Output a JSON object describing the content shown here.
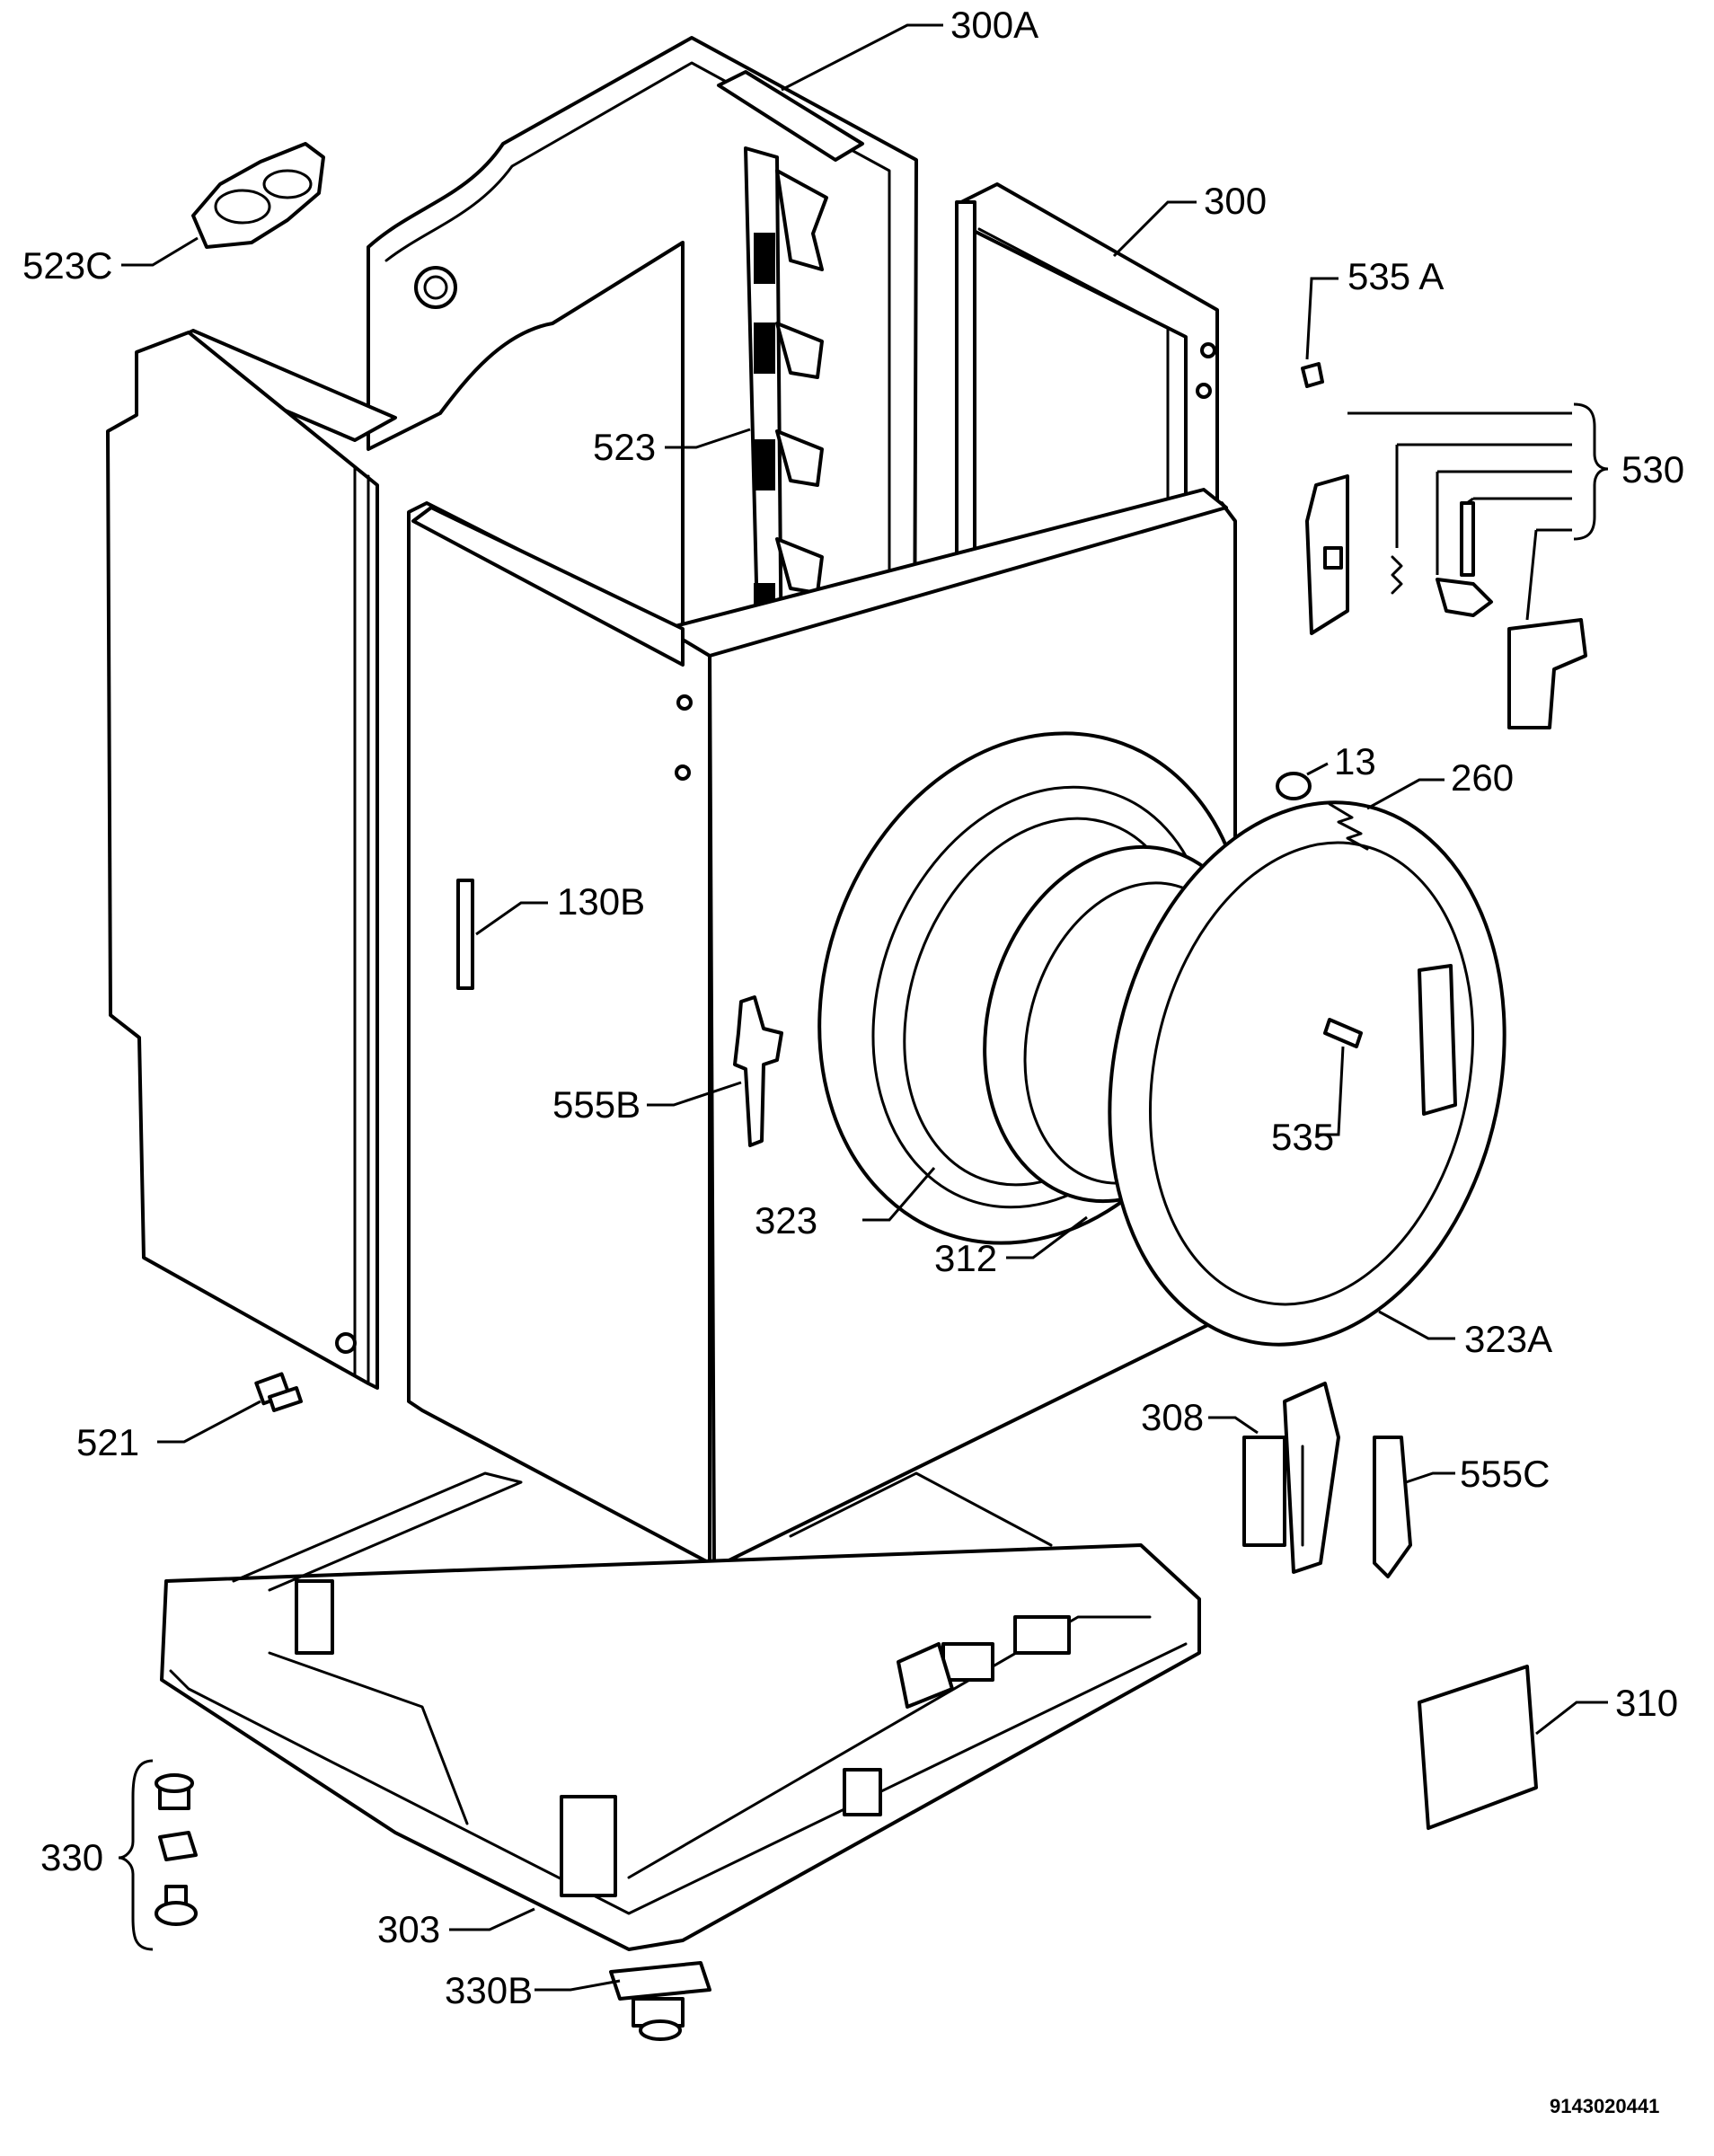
{
  "diagram": {
    "document_number": "9143020441",
    "callouts": [
      {
        "id": "300a",
        "label": "300A"
      },
      {
        "id": "300",
        "label": "300"
      },
      {
        "id": "523c",
        "label": "523C"
      },
      {
        "id": "535a",
        "label": "535 A"
      },
      {
        "id": "523",
        "label": "523"
      },
      {
        "id": "530",
        "label": "530"
      },
      {
        "id": "13",
        "label": "13"
      },
      {
        "id": "260",
        "label": "260"
      },
      {
        "id": "130b",
        "label": "130B"
      },
      {
        "id": "555b",
        "label": "555B"
      },
      {
        "id": "535",
        "label": "535"
      },
      {
        "id": "323",
        "label": "323"
      },
      {
        "id": "312",
        "label": "312"
      },
      {
        "id": "323a",
        "label": "323A"
      },
      {
        "id": "521",
        "label": "521"
      },
      {
        "id": "308",
        "label": "308"
      },
      {
        "id": "555c",
        "label": "555C"
      },
      {
        "id": "310",
        "label": "310"
      },
      {
        "id": "330",
        "label": "330"
      },
      {
        "id": "303",
        "label": "303"
      },
      {
        "id": "330b",
        "label": "330B"
      }
    ]
  }
}
